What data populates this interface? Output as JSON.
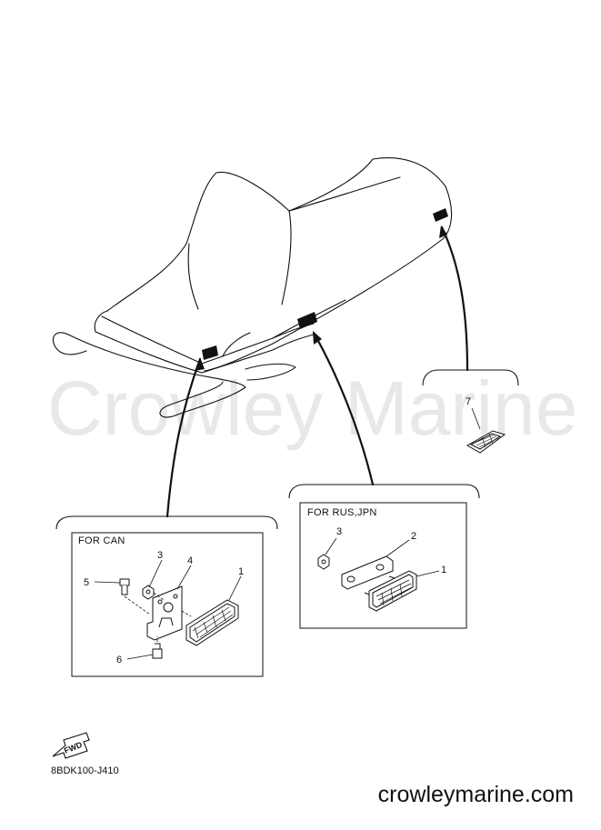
{
  "watermark": "Crowley Marine",
  "diagram_code": "8BDK100-J410",
  "footer_url": "crowleymarine.com",
  "fwd_label": "FWD",
  "panels": {
    "can": {
      "title": "FOR CAN",
      "callouts": [
        "1",
        "3",
        "4",
        "5",
        "6"
      ]
    },
    "rus_jpn": {
      "title": "FOR RUS,JPN",
      "callouts": [
        "1",
        "2",
        "3"
      ]
    },
    "side": {
      "callouts": [
        "7"
      ]
    }
  }
}
